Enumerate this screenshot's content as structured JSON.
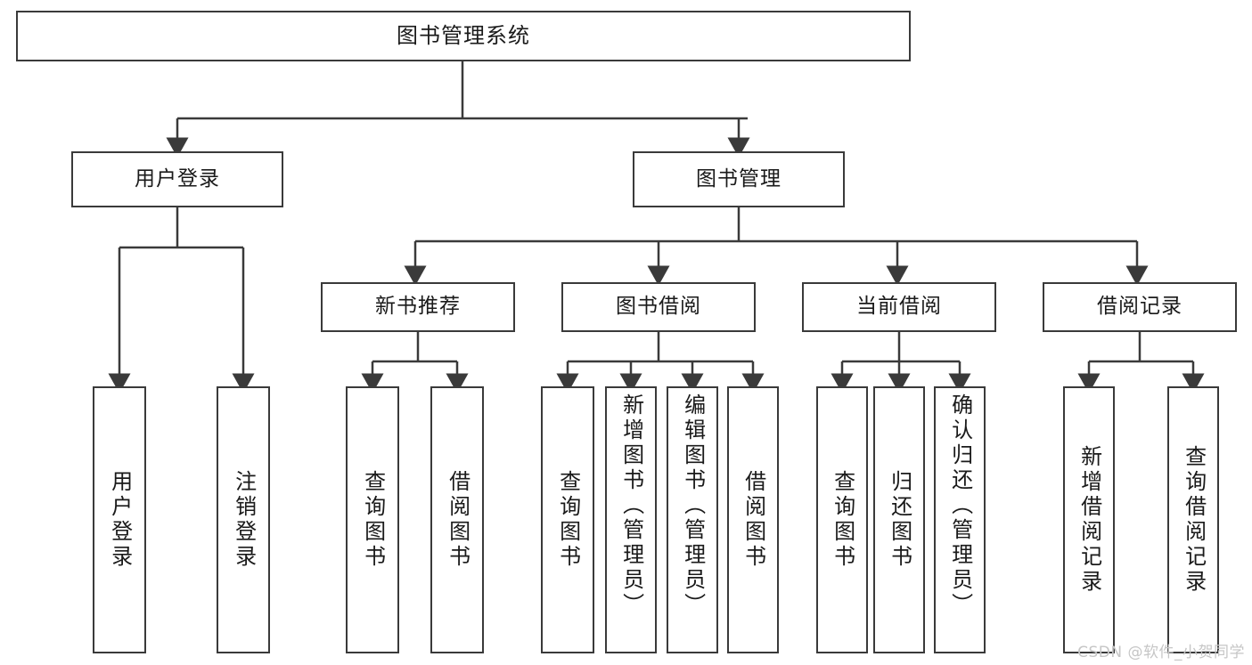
{
  "diagram": {
    "title": "图书管理系统",
    "type": "tree",
    "root": {
      "label": "图书管理系统"
    },
    "level2": [
      {
        "label": "用户登录"
      },
      {
        "label": "图书管理"
      }
    ],
    "level3": [
      {
        "label": "新书推荐"
      },
      {
        "label": "图书借阅"
      },
      {
        "label": "当前借阅"
      },
      {
        "label": "借阅记录"
      }
    ],
    "leaves": {
      "user_login": [
        {
          "label": "用户登录"
        },
        {
          "label": "注销登录"
        }
      ],
      "new_book_recommend": [
        {
          "label": "查询图书"
        },
        {
          "label": "借阅图书"
        }
      ],
      "book_borrow": [
        {
          "label": "查询图书"
        },
        {
          "label": "新增图书（管理员）"
        },
        {
          "label": "编辑图书（管理员）"
        },
        {
          "label": "借阅图书"
        }
      ],
      "current_borrow": [
        {
          "label": "查询图书"
        },
        {
          "label": "归还图书"
        },
        {
          "label": "确认归还（管理员）"
        }
      ],
      "borrow_record": [
        {
          "label": "新增借阅记录"
        },
        {
          "label": "查询借阅记录"
        }
      ]
    }
  },
  "watermark": {
    "text": "CSDN @软件_小贺同学"
  },
  "colors": {
    "stroke": "#3a3a3a",
    "text": "#1a1a1a",
    "background": "#ffffff",
    "watermark": "#c6c6c6"
  }
}
